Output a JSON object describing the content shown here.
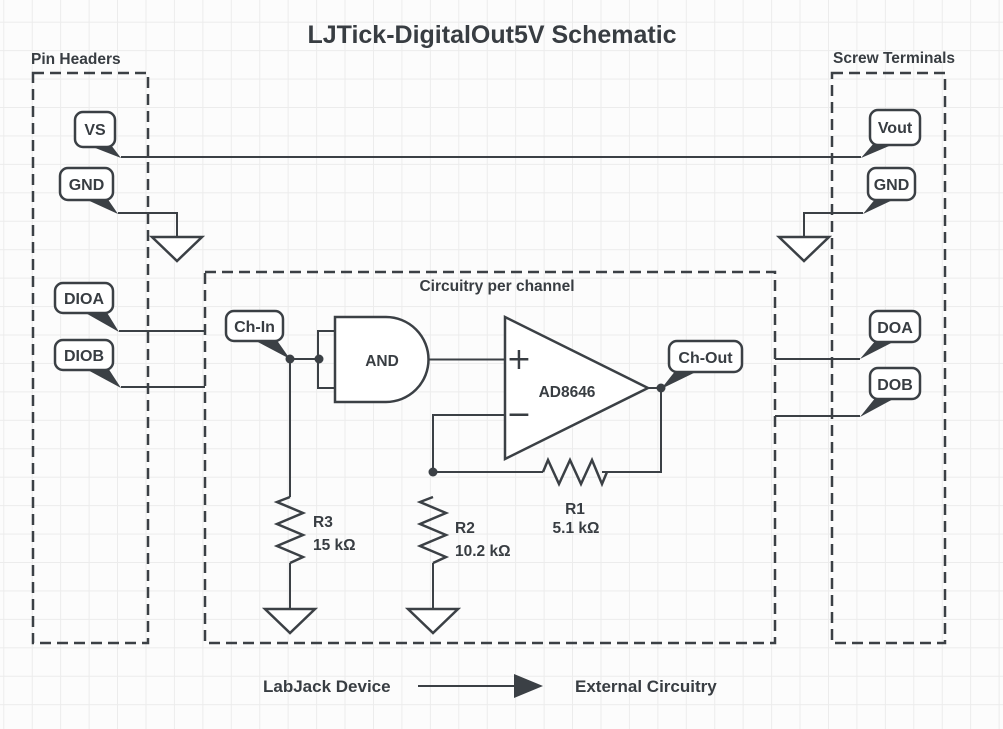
{
  "title": "LJTick-DigitalOut5V Schematic",
  "sections": {
    "pin_headers": {
      "label": "Pin Headers"
    },
    "screw_terminals": {
      "label": "Screw Terminals"
    },
    "circuitry": {
      "label": "Circuitry per channel"
    }
  },
  "pins": {
    "vs": "VS",
    "gnd_left": "GND",
    "dioa": "DIOA",
    "diob": "DIOB",
    "vout": "Vout",
    "gnd_right": "GND",
    "doa": "DOA",
    "dob": "DOB",
    "ch_in": "Ch-In",
    "ch_out": "Ch-Out"
  },
  "components": {
    "and_gate": {
      "label": "AND"
    },
    "opamp": {
      "part": "AD8646",
      "plus": "+",
      "minus": "−"
    },
    "r1": {
      "name": "R1",
      "value": "5.1 kΩ"
    },
    "r2": {
      "name": "R2",
      "value": "10.2 kΩ"
    },
    "r3": {
      "name": "R3",
      "value": "15 kΩ"
    }
  },
  "footer": {
    "left": "LabJack Device",
    "right": "External Circuitry"
  },
  "colors": {
    "stroke": "#3b4045",
    "grid": "#ececec",
    "background": "#fcfcfc"
  }
}
